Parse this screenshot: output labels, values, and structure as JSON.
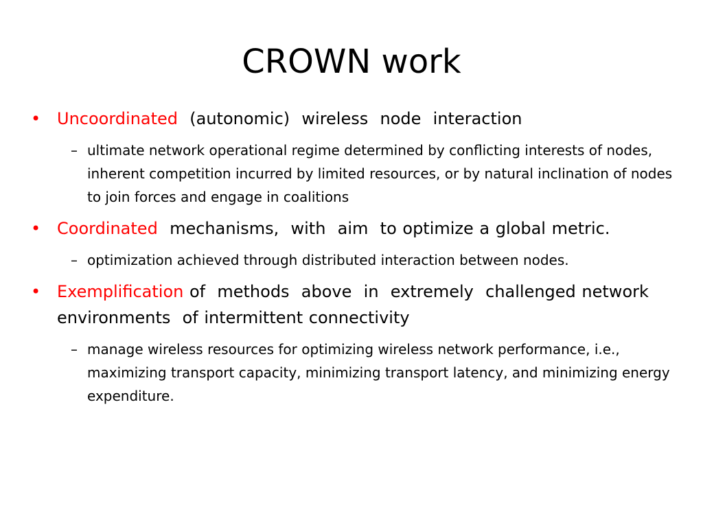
{
  "slide": {
    "title": "CROWN work",
    "bullet_marker": "•",
    "sub_marker": "–",
    "bullets": [
      {
        "keyword": "Uncoordinated",
        "text": "  (autonomic)  wireless  node  interaction",
        "sub": "ultimate  network  operational  regime determined by conflicting interests of nodes, inherent competition incurred by limited resources, or by  natural  inclination of nodes to join forces and engage in  coalitions"
      },
      {
        "keyword": "Coordinated",
        "text": "  mechanisms,  with  aim  to optimize a global metric.",
        "sub": "optimization achieved through distributed interaction between nodes."
      },
      {
        "keyword": "Exemplification",
        "text": " of  methods  above  in  extremely  challenged network  environments  of intermittent connectivity",
        "sub": "manage wireless resources for optimizing  wireless network performance, i.e.,  maximizing transport capacity, minimizing transport latency, and minimizing energy expenditure."
      }
    ],
    "colors": {
      "accent": "#ff0000",
      "text": "#000000",
      "background": "#ffffff"
    }
  }
}
